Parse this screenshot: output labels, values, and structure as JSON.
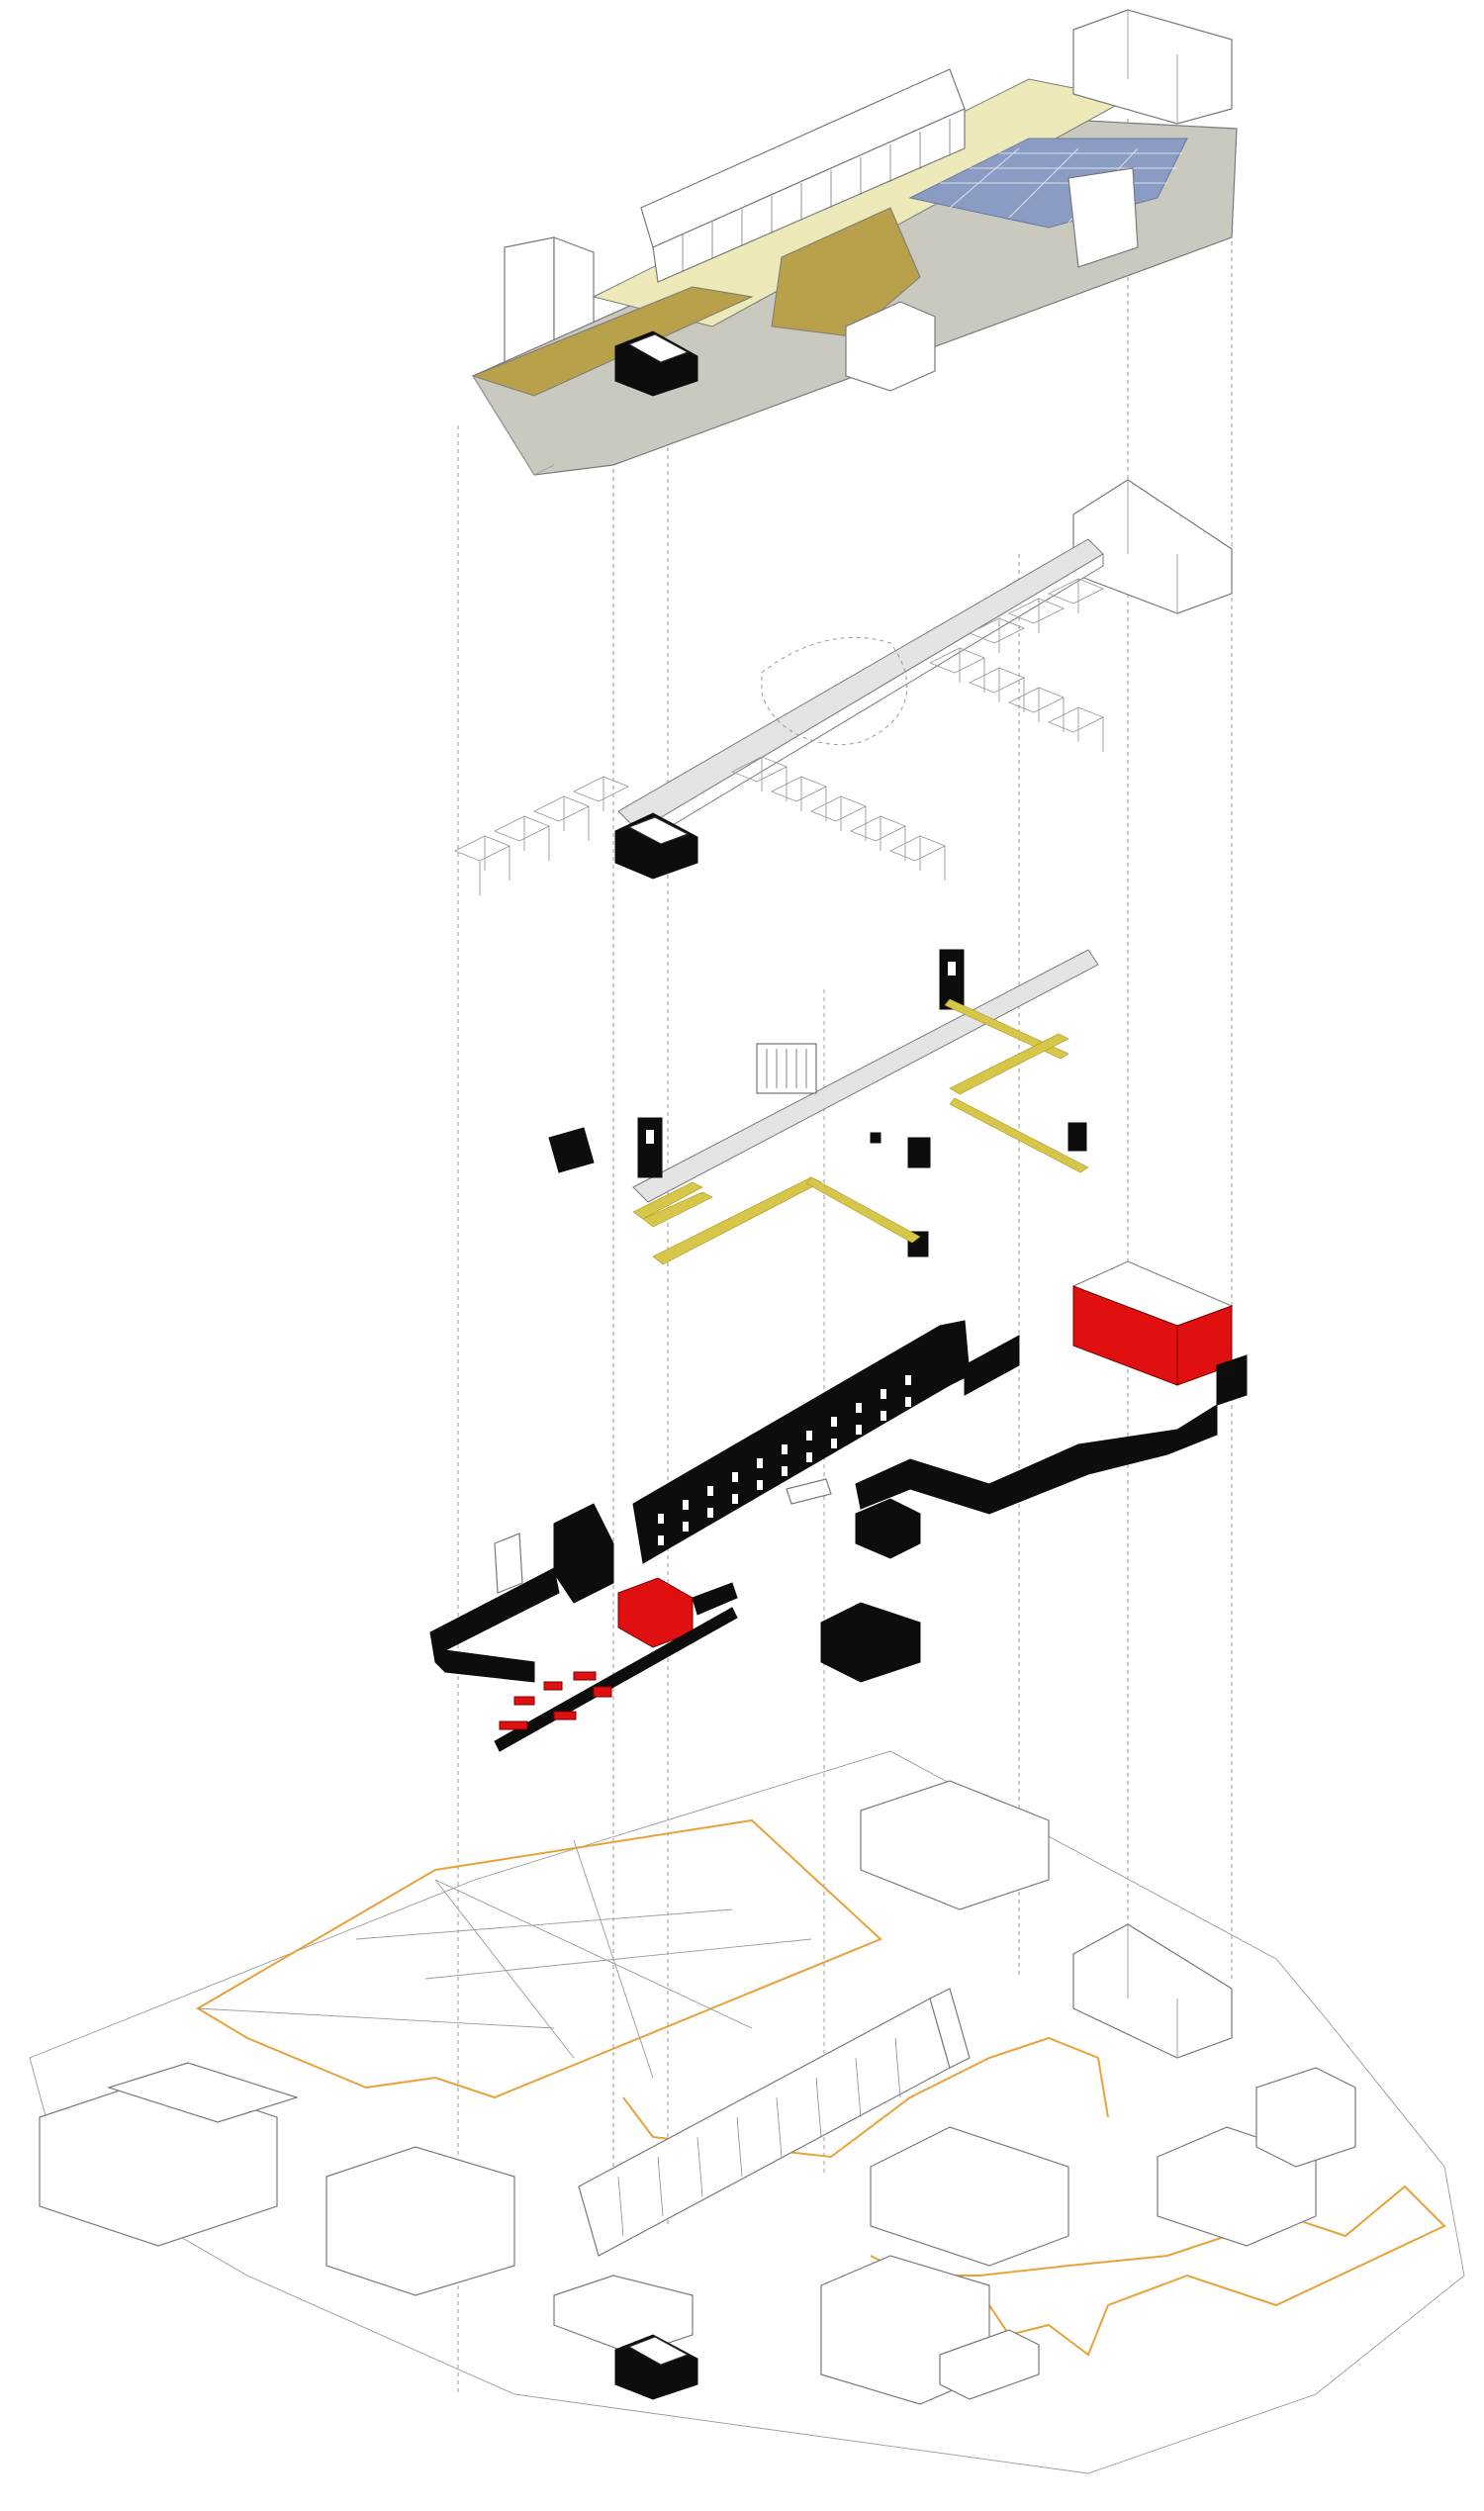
{
  "diagram": {
    "type": "exploded-axonometric",
    "layers": [
      {
        "id": "layer-ground-surfaces"
      },
      {
        "id": "layer-canopies"
      },
      {
        "id": "layer-paths-and-entrances"
      },
      {
        "id": "layer-building-walls"
      },
      {
        "id": "layer-site-context"
      }
    ],
    "colors": {
      "line": "#7a7a7a",
      "black-fill": "#0d0d0d",
      "red-highlight": "#e01010",
      "site-boundary": "#e8a23a",
      "olive-surface": "#b9a04a",
      "pale-surface": "#ede9b8",
      "gray-surface": "#c9c9bf",
      "blue-paving": "#8a9bc4",
      "yellow-path": "#d8c64a"
    }
  }
}
